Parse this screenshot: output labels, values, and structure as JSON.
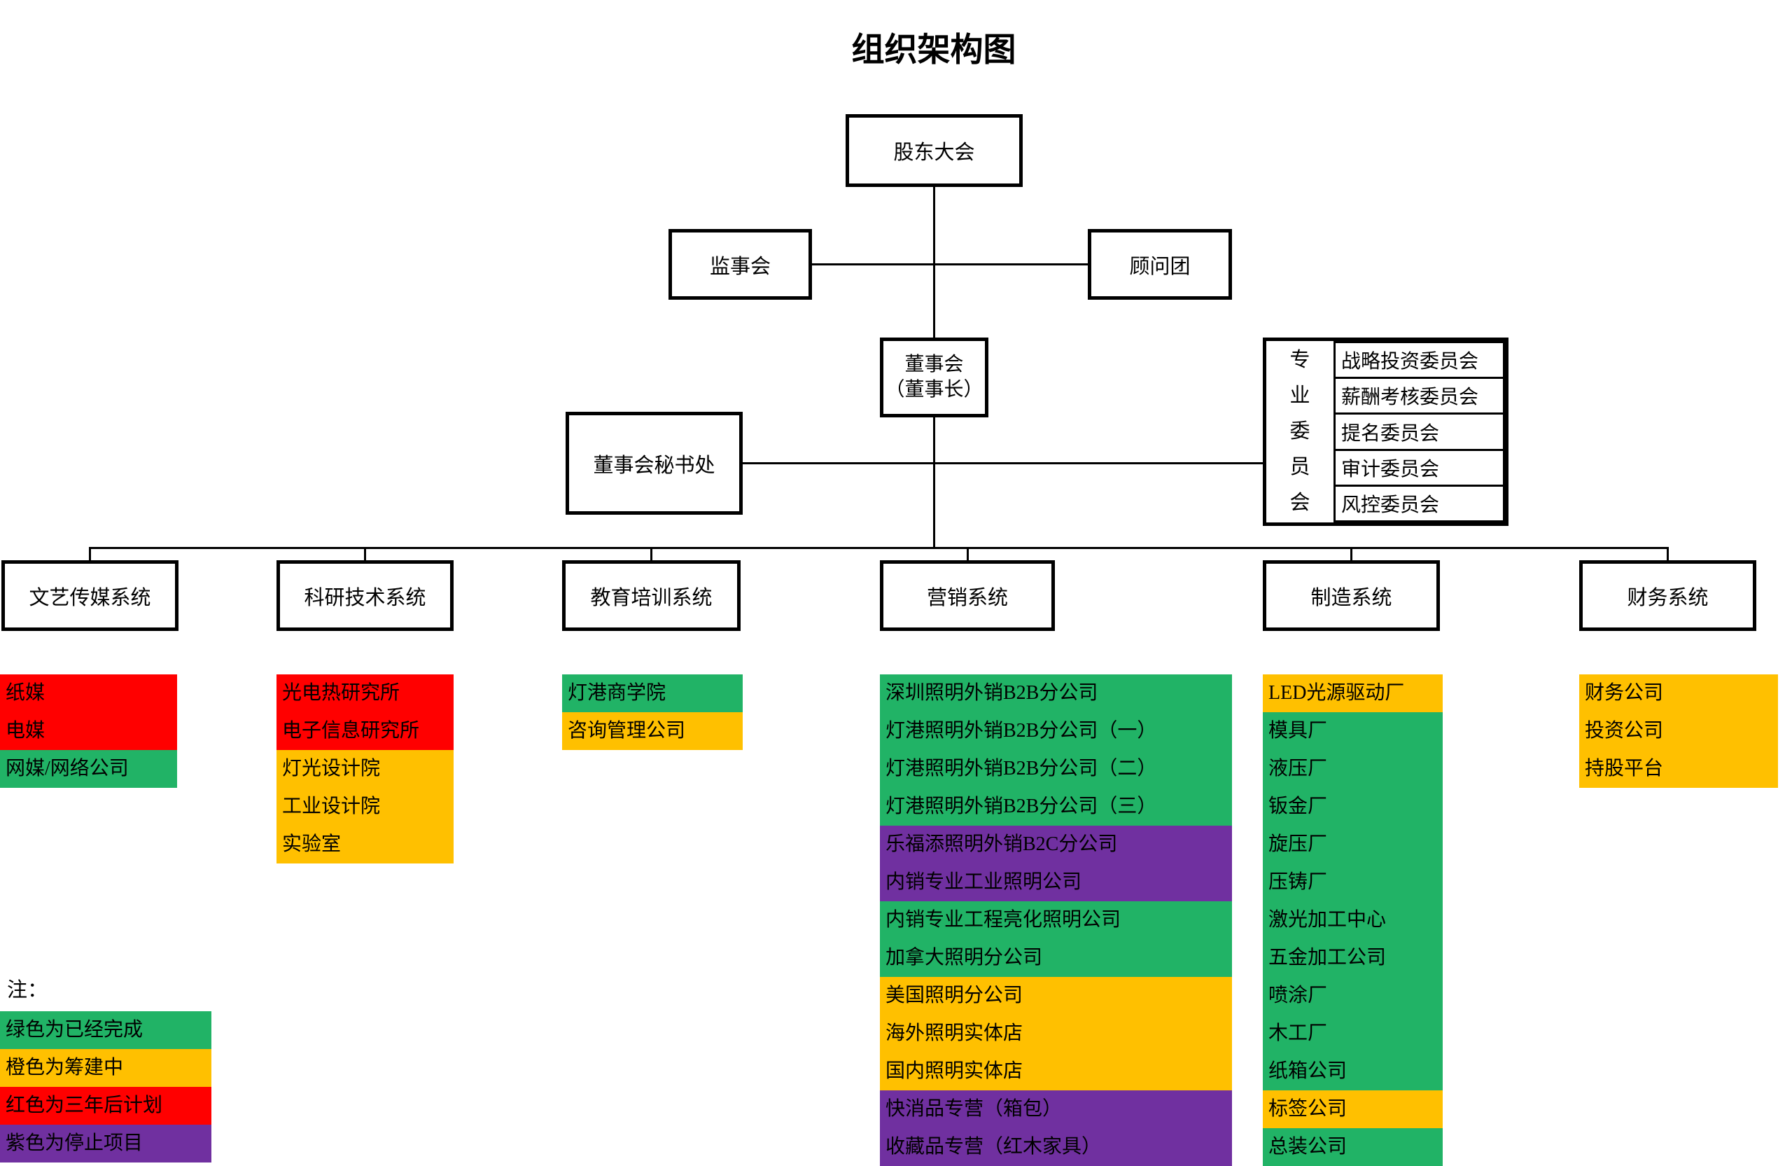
{
  "title": "组织架构图",
  "colors": {
    "green": "#21B366",
    "orange": "#FFC000",
    "red": "#FF0000",
    "purple": "#7030A0"
  },
  "nodes": {
    "shareholders": "股东大会",
    "supervisory": "监事会",
    "advisory": "顾问团",
    "board_line1": "董事会",
    "board_line2": "（董事长）",
    "secretariat": "董事会秘书处",
    "committee_group_label": "专业委员会",
    "committees": [
      "战略投资委员会",
      "薪酬考核委员会",
      "提名委员会",
      "审计委员会",
      "风控委员会"
    ]
  },
  "systems": [
    {
      "name": "文艺传媒系统",
      "items": [
        {
          "label": "纸媒",
          "color": "red"
        },
        {
          "label": "电媒",
          "color": "red"
        },
        {
          "label": "网媒/网络公司",
          "color": "green"
        }
      ]
    },
    {
      "name": "科研技术系统",
      "items": [
        {
          "label": "光电热研究所",
          "color": "red"
        },
        {
          "label": "电子信息研究所",
          "color": "red"
        },
        {
          "label": "灯光设计院",
          "color": "orange"
        },
        {
          "label": "工业设计院",
          "color": "orange"
        },
        {
          "label": "实验室",
          "color": "orange"
        }
      ]
    },
    {
      "name": "教育培训系统",
      "items": [
        {
          "label": "灯港商学院",
          "color": "green"
        },
        {
          "label": "咨询管理公司",
          "color": "orange"
        }
      ]
    },
    {
      "name": "营销系统",
      "items": [
        {
          "label": "深圳照明外销B2B分公司",
          "color": "green"
        },
        {
          "label": "灯港照明外销B2B分公司（一）",
          "color": "green"
        },
        {
          "label": "灯港照明外销B2B分公司（二）",
          "color": "green"
        },
        {
          "label": "灯港照明外销B2B分公司（三）",
          "color": "green"
        },
        {
          "label": "乐福添照明外销B2C分公司",
          "color": "purple"
        },
        {
          "label": "内销专业工业照明公司",
          "color": "purple"
        },
        {
          "label": "内销专业工程亮化照明公司",
          "color": "green"
        },
        {
          "label": "加拿大照明分公司",
          "color": "green"
        },
        {
          "label": "美国照明分公司",
          "color": "orange"
        },
        {
          "label": "海外照明实体店",
          "color": "orange"
        },
        {
          "label": "国内照明实体店",
          "color": "orange"
        },
        {
          "label": "快消品专营（箱包）",
          "color": "purple"
        },
        {
          "label": "收藏品专营（红木家具）",
          "color": "purple"
        }
      ]
    },
    {
      "name": "制造系统",
      "items": [
        {
          "label": "LED光源驱动厂",
          "color": "orange"
        },
        {
          "label": "模具厂",
          "color": "green"
        },
        {
          "label": "液压厂",
          "color": "green"
        },
        {
          "label": "钣金厂",
          "color": "green"
        },
        {
          "label": "旋压厂",
          "color": "green"
        },
        {
          "label": "压铸厂",
          "color": "green"
        },
        {
          "label": "激光加工中心",
          "color": "green"
        },
        {
          "label": "五金加工公司",
          "color": "green"
        },
        {
          "label": "喷涂厂",
          "color": "green"
        },
        {
          "label": "木工厂",
          "color": "green"
        },
        {
          "label": "纸箱公司",
          "color": "green"
        },
        {
          "label": "标签公司",
          "color": "orange"
        },
        {
          "label": "总装公司",
          "color": "green"
        }
      ]
    },
    {
      "name": "财务系统",
      "items": [
        {
          "label": "财务公司",
          "color": "orange"
        },
        {
          "label": "投资公司",
          "color": "orange"
        },
        {
          "label": "持股平台",
          "color": "orange"
        }
      ]
    }
  ],
  "legend": {
    "title": "注：",
    "items": [
      {
        "label": "绿色为已经完成",
        "color": "green"
      },
      {
        "label": "橙色为筹建中",
        "color": "orange"
      },
      {
        "label": "红色为三年后计划",
        "color": "red"
      },
      {
        "label": "紫色为停止项目",
        "color": "purple"
      }
    ]
  }
}
